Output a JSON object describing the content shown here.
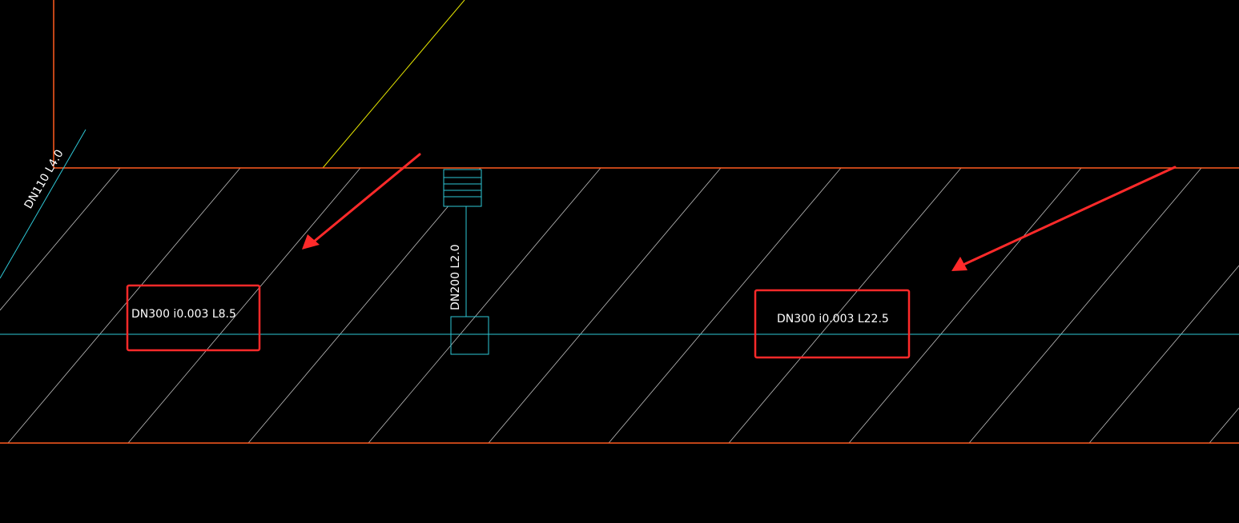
{
  "drawing": {
    "background": "#000000",
    "colors": {
      "orange_boundary": "#ff5a1f",
      "cyan_pipe": "#2ec7d6",
      "hatch": "#bfbfbf",
      "yellow_line": "#e6e600",
      "annotation_red": "#ff2a2a",
      "text": "#ffffff"
    },
    "labels": {
      "branch_pipe_left": "DN110 L4.0",
      "riser_pipe": "DN200 L2.0",
      "main_pipe_left": "DN300 i0.003 L8.5",
      "main_pipe_right": "DN300 i0.003 L22.5"
    },
    "annotations": {
      "left_box_icon": "highlight-box",
      "right_box_icon": "highlight-box",
      "left_arrow_icon": "red-arrow-icon",
      "right_arrow_icon": "red-arrow-icon"
    }
  }
}
